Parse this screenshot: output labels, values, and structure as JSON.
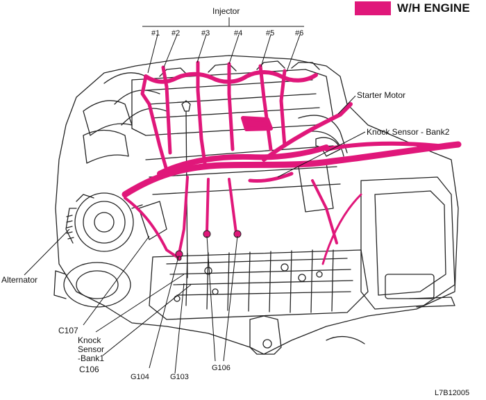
{
  "legend": {
    "title": "W/H ENGINE",
    "swatch_color": "#e0177a"
  },
  "harness_color": "#e0177a",
  "labels": {
    "injector": "Injector",
    "injector_numbers": [
      "#1",
      "#2",
      "#3",
      "#4",
      "#5",
      "#6"
    ],
    "starter_motor": "Starter Motor",
    "knock_sensor_bank2": "Knock Sensor - Bank2",
    "alternator": "Alternator",
    "c107": "C107",
    "knock_sensor_bank1": [
      "Knock",
      "Sensor",
      "-Bank1"
    ],
    "c106": "C106",
    "g104": "G104",
    "g103": "G103",
    "g106": "G106"
  },
  "figure_code": "L7B12005"
}
